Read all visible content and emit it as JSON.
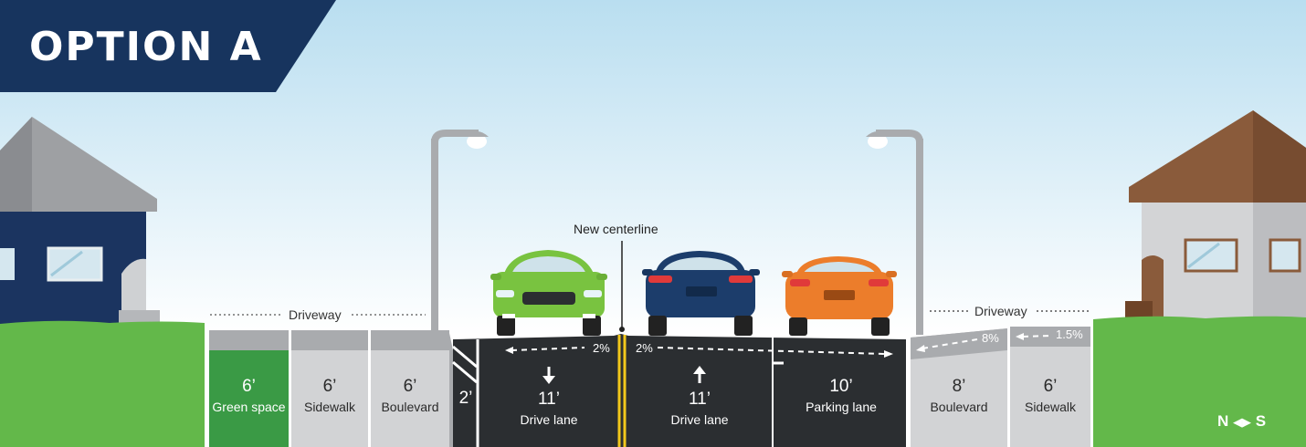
{
  "title": "OPTION A",
  "centerline_label": "New centerline",
  "driveway_left": "Driveway",
  "driveway_right": "Driveway",
  "segments": [
    {
      "width": "6’",
      "name": "Green space"
    },
    {
      "width": "6’",
      "name": "Sidewalk"
    },
    {
      "width": "6’",
      "name": "Boulevard"
    },
    {
      "width": "2’",
      "name": ""
    },
    {
      "width": "11’",
      "name": "Drive lane",
      "arrow": "down"
    },
    {
      "width": "11’",
      "name": "Drive lane",
      "arrow": "up"
    },
    {
      "width": "10’",
      "name": "Parking lane"
    },
    {
      "width": "8’",
      "name": "Boulevard"
    },
    {
      "width": "6’",
      "name": "Sidewalk"
    }
  ],
  "slopes": {
    "lane_left": "2%",
    "lane_right": "2%",
    "boulevard_right": "8%",
    "sidewalk_right": "1.5%"
  },
  "compass": {
    "left": "N",
    "right": "S"
  },
  "colors": {
    "title_bg": "#17345e",
    "asphalt": "#2b2e31",
    "grass": "#63b84a",
    "green_space": "#3a9a45",
    "curb": "#a9abae",
    "concrete": "#d2d3d5",
    "house_left": "#1b3460",
    "house_right_roof": "#8a5b3b",
    "car_green": "#79c340",
    "car_blue": "#1c3d6b",
    "car_orange": "#ec7d2b",
    "centerline": "#f2c81b"
  }
}
